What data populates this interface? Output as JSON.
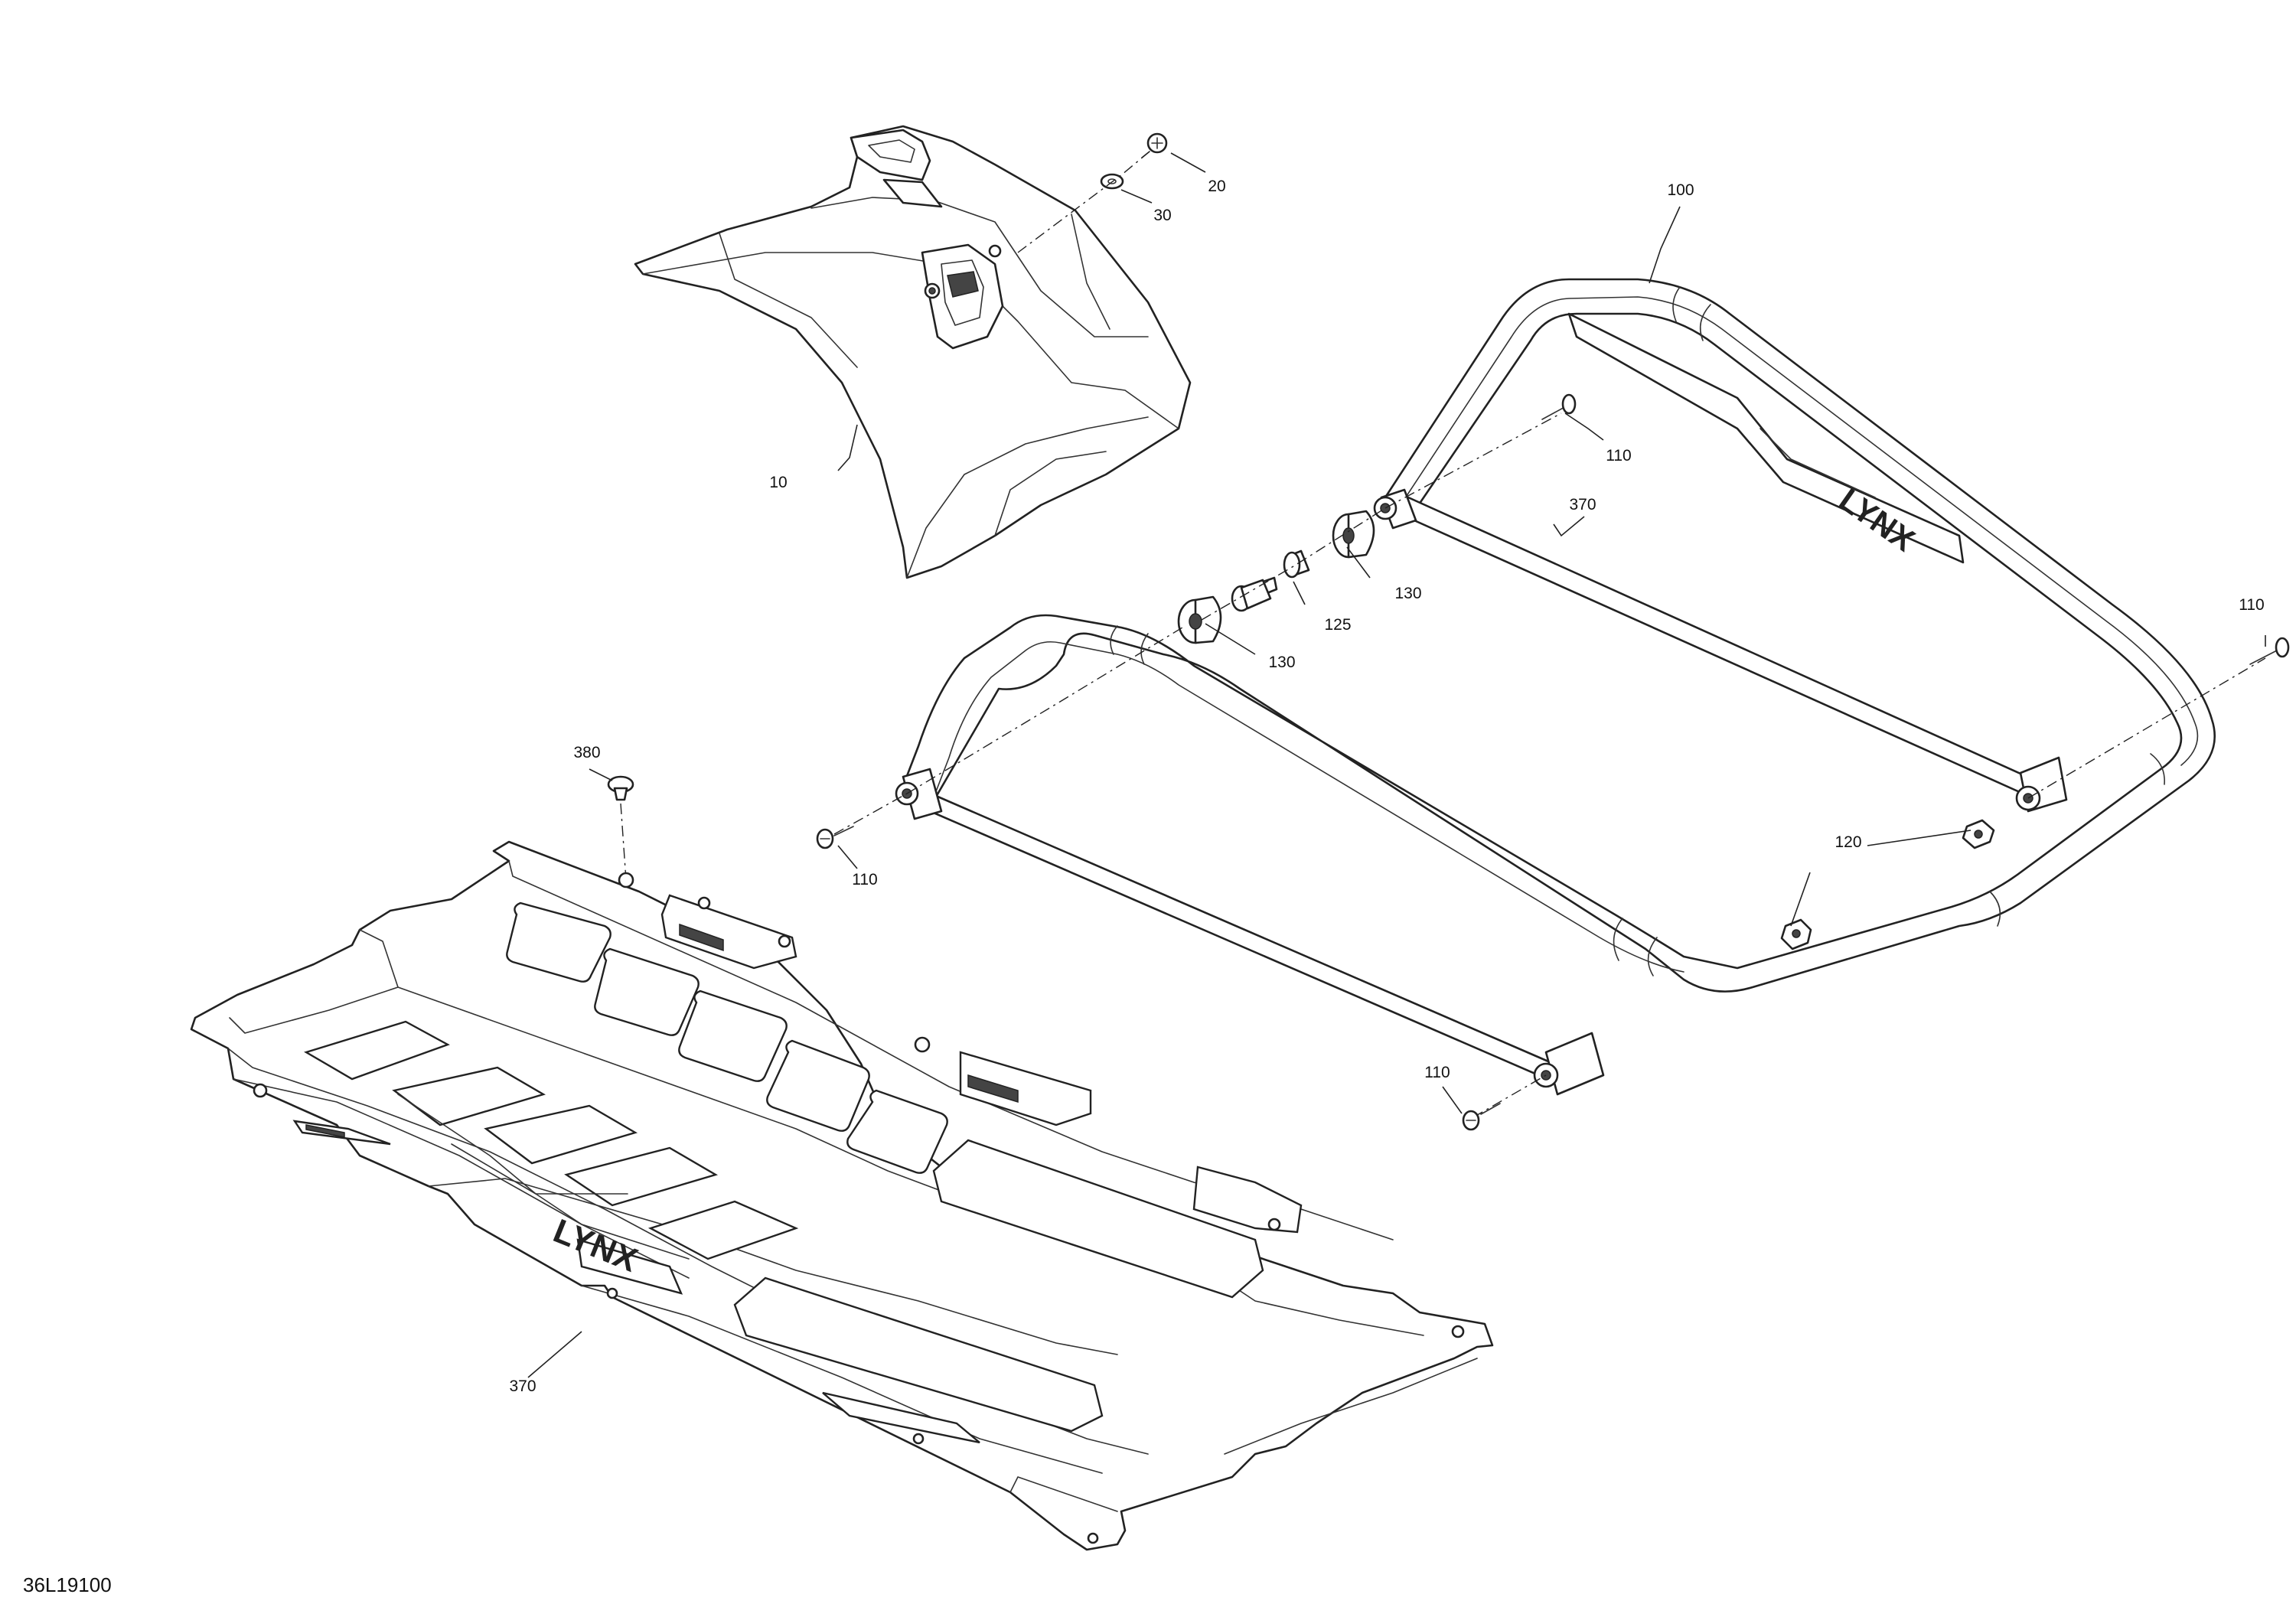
{
  "drawing": {
    "reference": "36L19100"
  },
  "callouts": {
    "c10": "10",
    "c20": "20",
    "c30": "30",
    "c100": "100",
    "c110a": "110",
    "c110b": "110",
    "c110c": "110",
    "c110d": "110",
    "c120": "120",
    "c125": "125",
    "c130a": "130",
    "c130b": "130",
    "c370a": "370",
    "c370b": "370",
    "c380": "380"
  },
  "colors": {
    "line": "#222222",
    "background": "#ffffff"
  }
}
